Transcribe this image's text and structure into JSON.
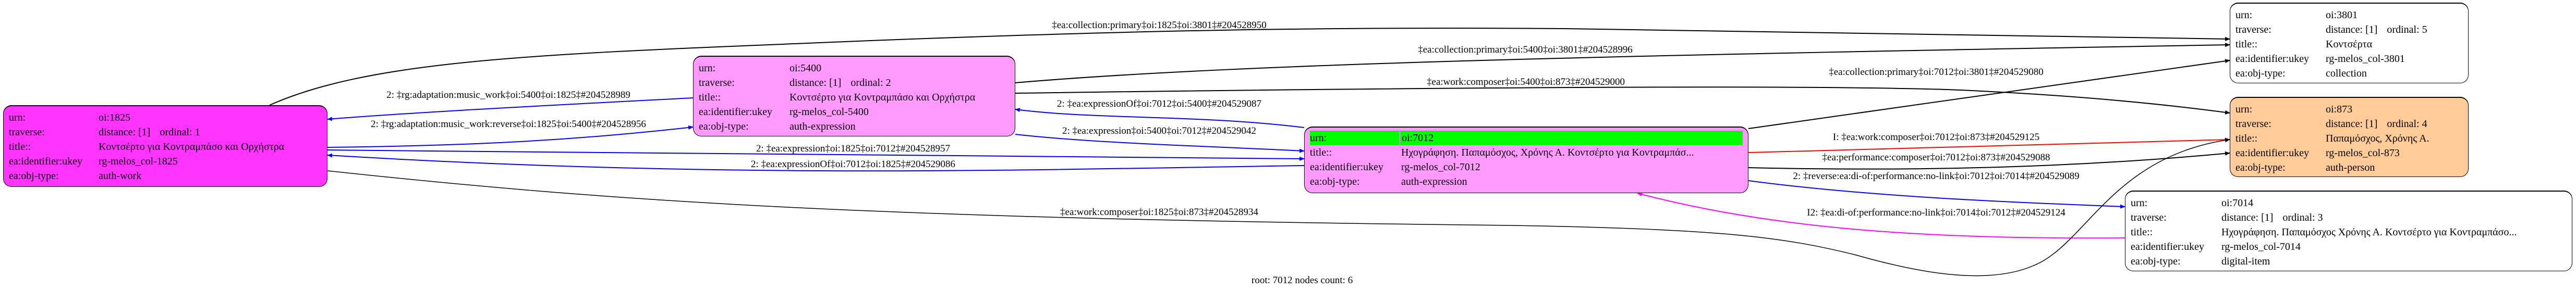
{
  "colors": {
    "work": "#ff33ff",
    "expression": "#ff99ff",
    "person": "#ffcc99",
    "root_highlight": "#00ff00",
    "collection": "#ffffff",
    "digital_item": "#ffffff"
  },
  "labels": {
    "urn": "urn:",
    "traverse": "traverse:",
    "title": "title::",
    "ukey": "ea:identifier:ukey",
    "objtype": "ea:obj-type:"
  },
  "nodes": {
    "n1825": {
      "urn": "oi:1825",
      "distance": "distance: [1]",
      "ordinal": "ordinal: 1",
      "title": "Κοντσέρτο για Κοντραμπάσο και Ορχήστρα",
      "ukey": "rg-melos_col-1825",
      "objtype": "auth-work"
    },
    "n5400": {
      "urn": "oi:5400",
      "distance": "distance: [1]",
      "ordinal": "ordinal: 2",
      "title": "Κοντσέρτο για Κοντραμπάσο και Ορχήστρα",
      "ukey": "rg-melos_col-5400",
      "objtype": "auth-expression"
    },
    "n7012": {
      "urn": "oi:7012",
      "title": "Ηχογράφηση. Παπαμόσχος, Χρόνης Α. Κοντσέρτο για Κοντραμπάσ...",
      "ukey": "rg-melos_col-7012",
      "objtype": "auth-expression"
    },
    "n3801": {
      "urn": "oi:3801",
      "distance": "distance: [1]",
      "ordinal": "ordinal: 5",
      "title": "Κοντσέρτα",
      "ukey": "rg-melos_col-3801",
      "objtype": "collection"
    },
    "n873": {
      "urn": "oi:873",
      "distance": "distance: [1]",
      "ordinal": "ordinal: 4",
      "title": "Παπαμόσχος, Χρόνης Α.",
      "ukey": "rg-melos_col-873",
      "objtype": "auth-person"
    },
    "n7014": {
      "urn": "oi:7014",
      "distance": "distance: [1]",
      "ordinal": "ordinal: 3",
      "title": "Ηχογράφηση. Παπαμόσχος Χρόνης Α. Κοντσέρτο για Κοντραμπάσο...",
      "ukey": "rg-melos_col-7014",
      "objtype": "digital-item"
    }
  },
  "edges": [
    {
      "label": "‡ea:collection:primary‡oi:1825‡oi:3801‡#204528950",
      "color": "#000000"
    },
    {
      "label": "‡ea:collection:primary‡oi:5400‡oi:3801‡#204528996",
      "color": "#000000"
    },
    {
      "label": "‡ea:work:composer‡oi:5400‡oi:873‡#204529000",
      "color": "#000000"
    },
    {
      "label": "‡ea:collection:primary‡oi:7012‡oi:3801‡#204529080",
      "color": "#000000"
    },
    {
      "label": "I: ‡ea:work:composer‡oi:7012‡oi:873‡#204529125",
      "color": "#ff0000"
    },
    {
      "label": "‡ea:performance:composer‡oi:7012‡oi:873‡#204529088",
      "color": "#000000"
    },
    {
      "label": "2: ‡reverse:ea:di-of:performance:no-link‡oi:7012‡oi:7014‡#204529089",
      "color": "#0000ff"
    },
    {
      "label": "I2: ‡ea:di-of:performance:no-link‡oi:7014‡oi:7012‡#204529124",
      "color": "#ff00ff"
    },
    {
      "label": "‡ea:work:composer‡oi:1825‡oi:873‡#204528934",
      "color": "#000000"
    },
    {
      "label": "2: ‡rg:adaptation:music_work‡oi:5400‡oi:1825‡#204528989",
      "color": "#0000ff"
    },
    {
      "label": "2: ‡rg:adaptation:music_work:reverse‡oi:1825‡oi:5400‡#204528956",
      "color": "#0000ff"
    },
    {
      "label": "2: ‡ea:expression‡oi:1825‡oi:7012‡#204528957",
      "color": "#0000ff"
    },
    {
      "label": "2: ‡ea:expressionOf‡oi:7012‡oi:1825‡#204529086",
      "color": "#0000ff"
    },
    {
      "label": "2: ‡ea:expressionOf‡oi:7012‡oi:5400‡#204529087",
      "color": "#0000ff"
    },
    {
      "label": "2: ‡ea:expression‡oi:5400‡oi:7012‡#204529042",
      "color": "#0000ff"
    }
  ],
  "footer": "root: 7012 nodes count: 6"
}
